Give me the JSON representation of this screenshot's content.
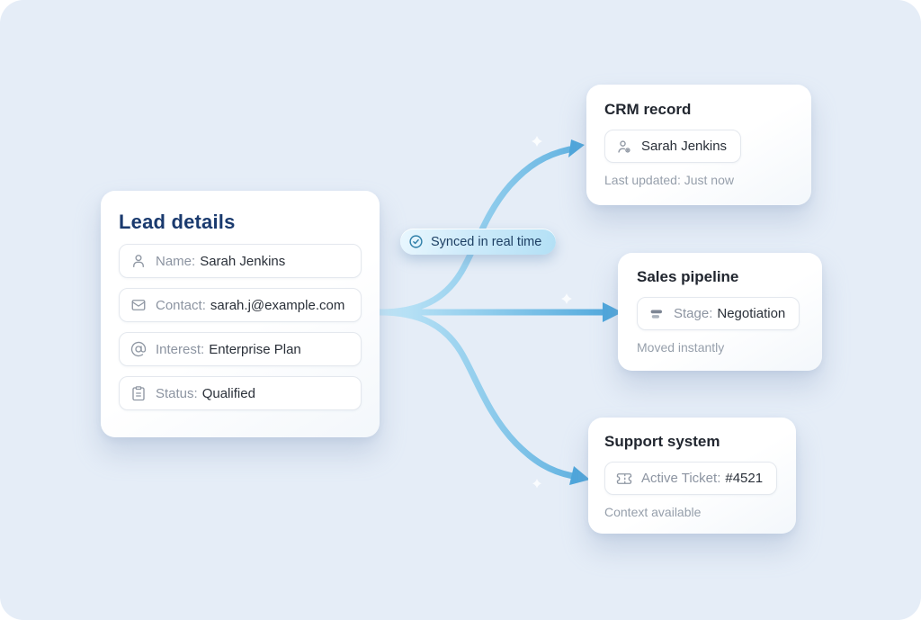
{
  "diagram": {
    "lead_card": {
      "title": "Lead details",
      "fields": [
        {
          "icon": "user-icon",
          "label": "Name:",
          "value": "Sarah Jenkins"
        },
        {
          "icon": "mail-icon",
          "label": "Contact:",
          "value": "sarah.j@example.com"
        },
        {
          "icon": "at-sign-icon",
          "label": "Interest:",
          "value": "Enterprise Plan"
        },
        {
          "icon": "clipboard-list-icon",
          "label": "Status:",
          "value": "Qualified"
        }
      ]
    },
    "sync_badge": {
      "icon": "check-circle-icon",
      "label": "Synced in real time"
    },
    "targets": [
      {
        "title": "CRM record",
        "field_icon": "user-gear-icon",
        "field_label": "",
        "field_value": "Sarah Jenkins",
        "footer": "Last updated: Just now"
      },
      {
        "title": "Sales pipeline",
        "field_icon": "pipeline-stages-icon",
        "field_label": "Stage:",
        "field_value": "Negotiation",
        "footer": "Moved instantly"
      },
      {
        "title": "Support system",
        "field_icon": "ticket-icon",
        "field_label": "Active Ticket:",
        "field_value": "#4521",
        "footer": "Context available"
      }
    ]
  },
  "colors": {
    "background": "#e5edf7",
    "card_background": "#ffffff",
    "lead_title": "#1a3a6e",
    "target_title": "#21262f",
    "label_text": "#8c94a1",
    "value_text": "#2a3039",
    "footer_text": "#969fab",
    "icon_gray": "#8f97a3",
    "arrow_gradient_start": "#c3e7f8",
    "arrow_gradient_end": "#4da6db",
    "badge_text": "#1d3f63",
    "badge_icon": "#2f7fa8"
  }
}
